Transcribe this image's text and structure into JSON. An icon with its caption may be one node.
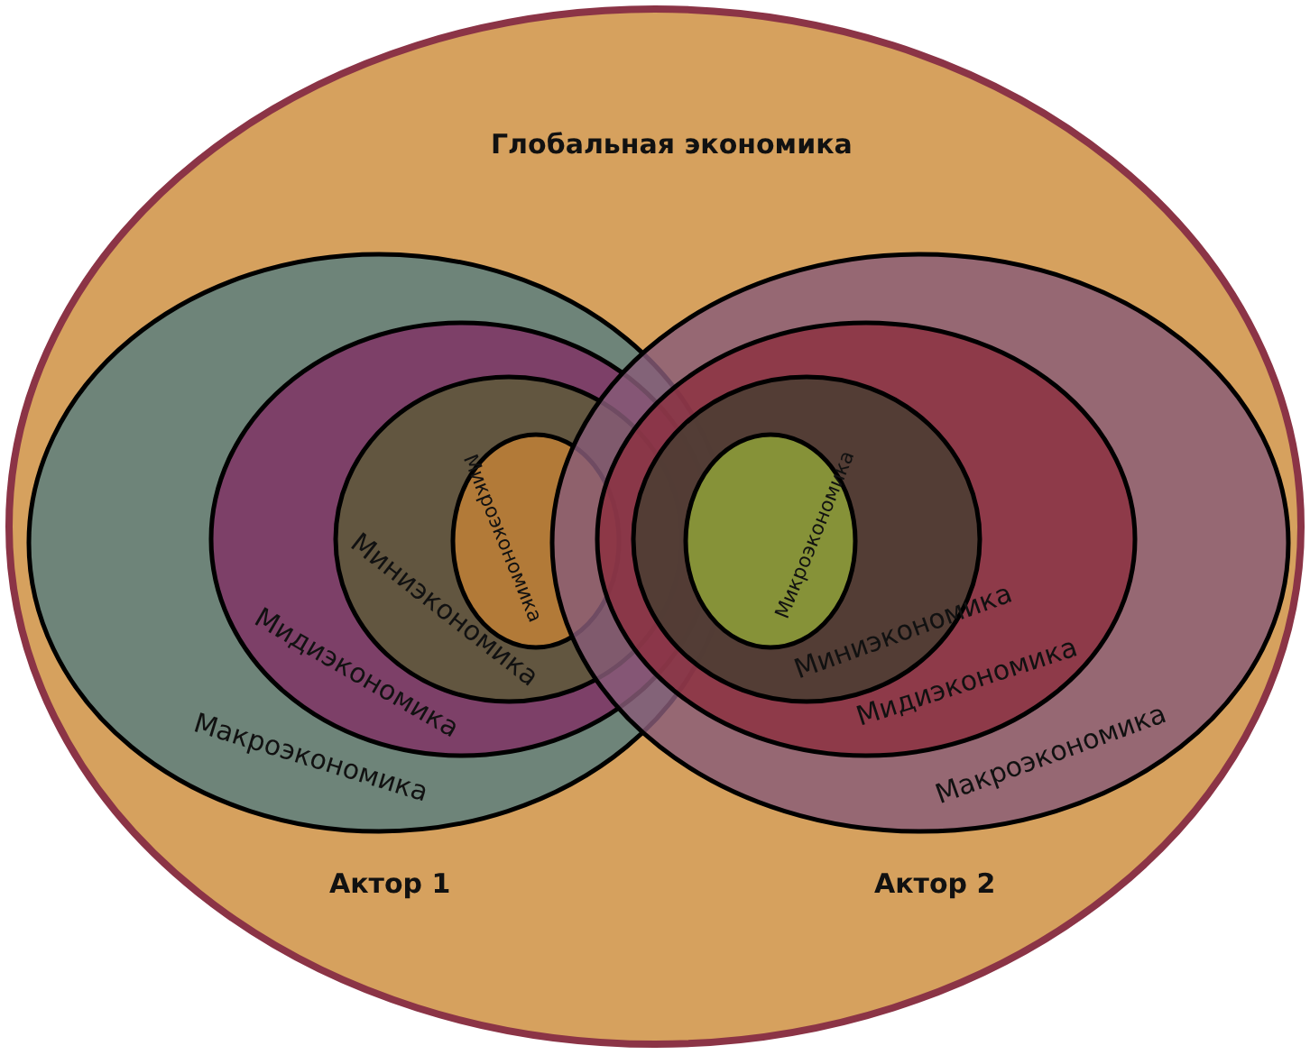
{
  "diagram": {
    "nodes": [
      {
        "text": [
          "Глобальная экономика"
        ]
      },
      {
        "text": [
          "Макроэкономика"
        ],
        "in": 0,
        "beside": [
          "Актор 1"
        ]
      },
      {
        "text": [
          "Мидиэкономика"
        ],
        "in": 1
      },
      {
        "text": [
          "Миниэкономика"
        ],
        "in": 2
      },
      {
        "text": [
          "Микроэкономика"
        ],
        "in": 3
      },
      {
        "text": [
          "Макроэкономика"
        ],
        "in": 0,
        "beside": [
          "Актор 2"
        ]
      },
      {
        "text": [
          "Мидиэкономика"
        ],
        "in": 5
      },
      {
        "text": [
          "Миниэкономика"
        ],
        "in": 6
      },
      {
        "text": [
          "Микроэкономика"
        ],
        "in": 7
      }
    ]
  }
}
